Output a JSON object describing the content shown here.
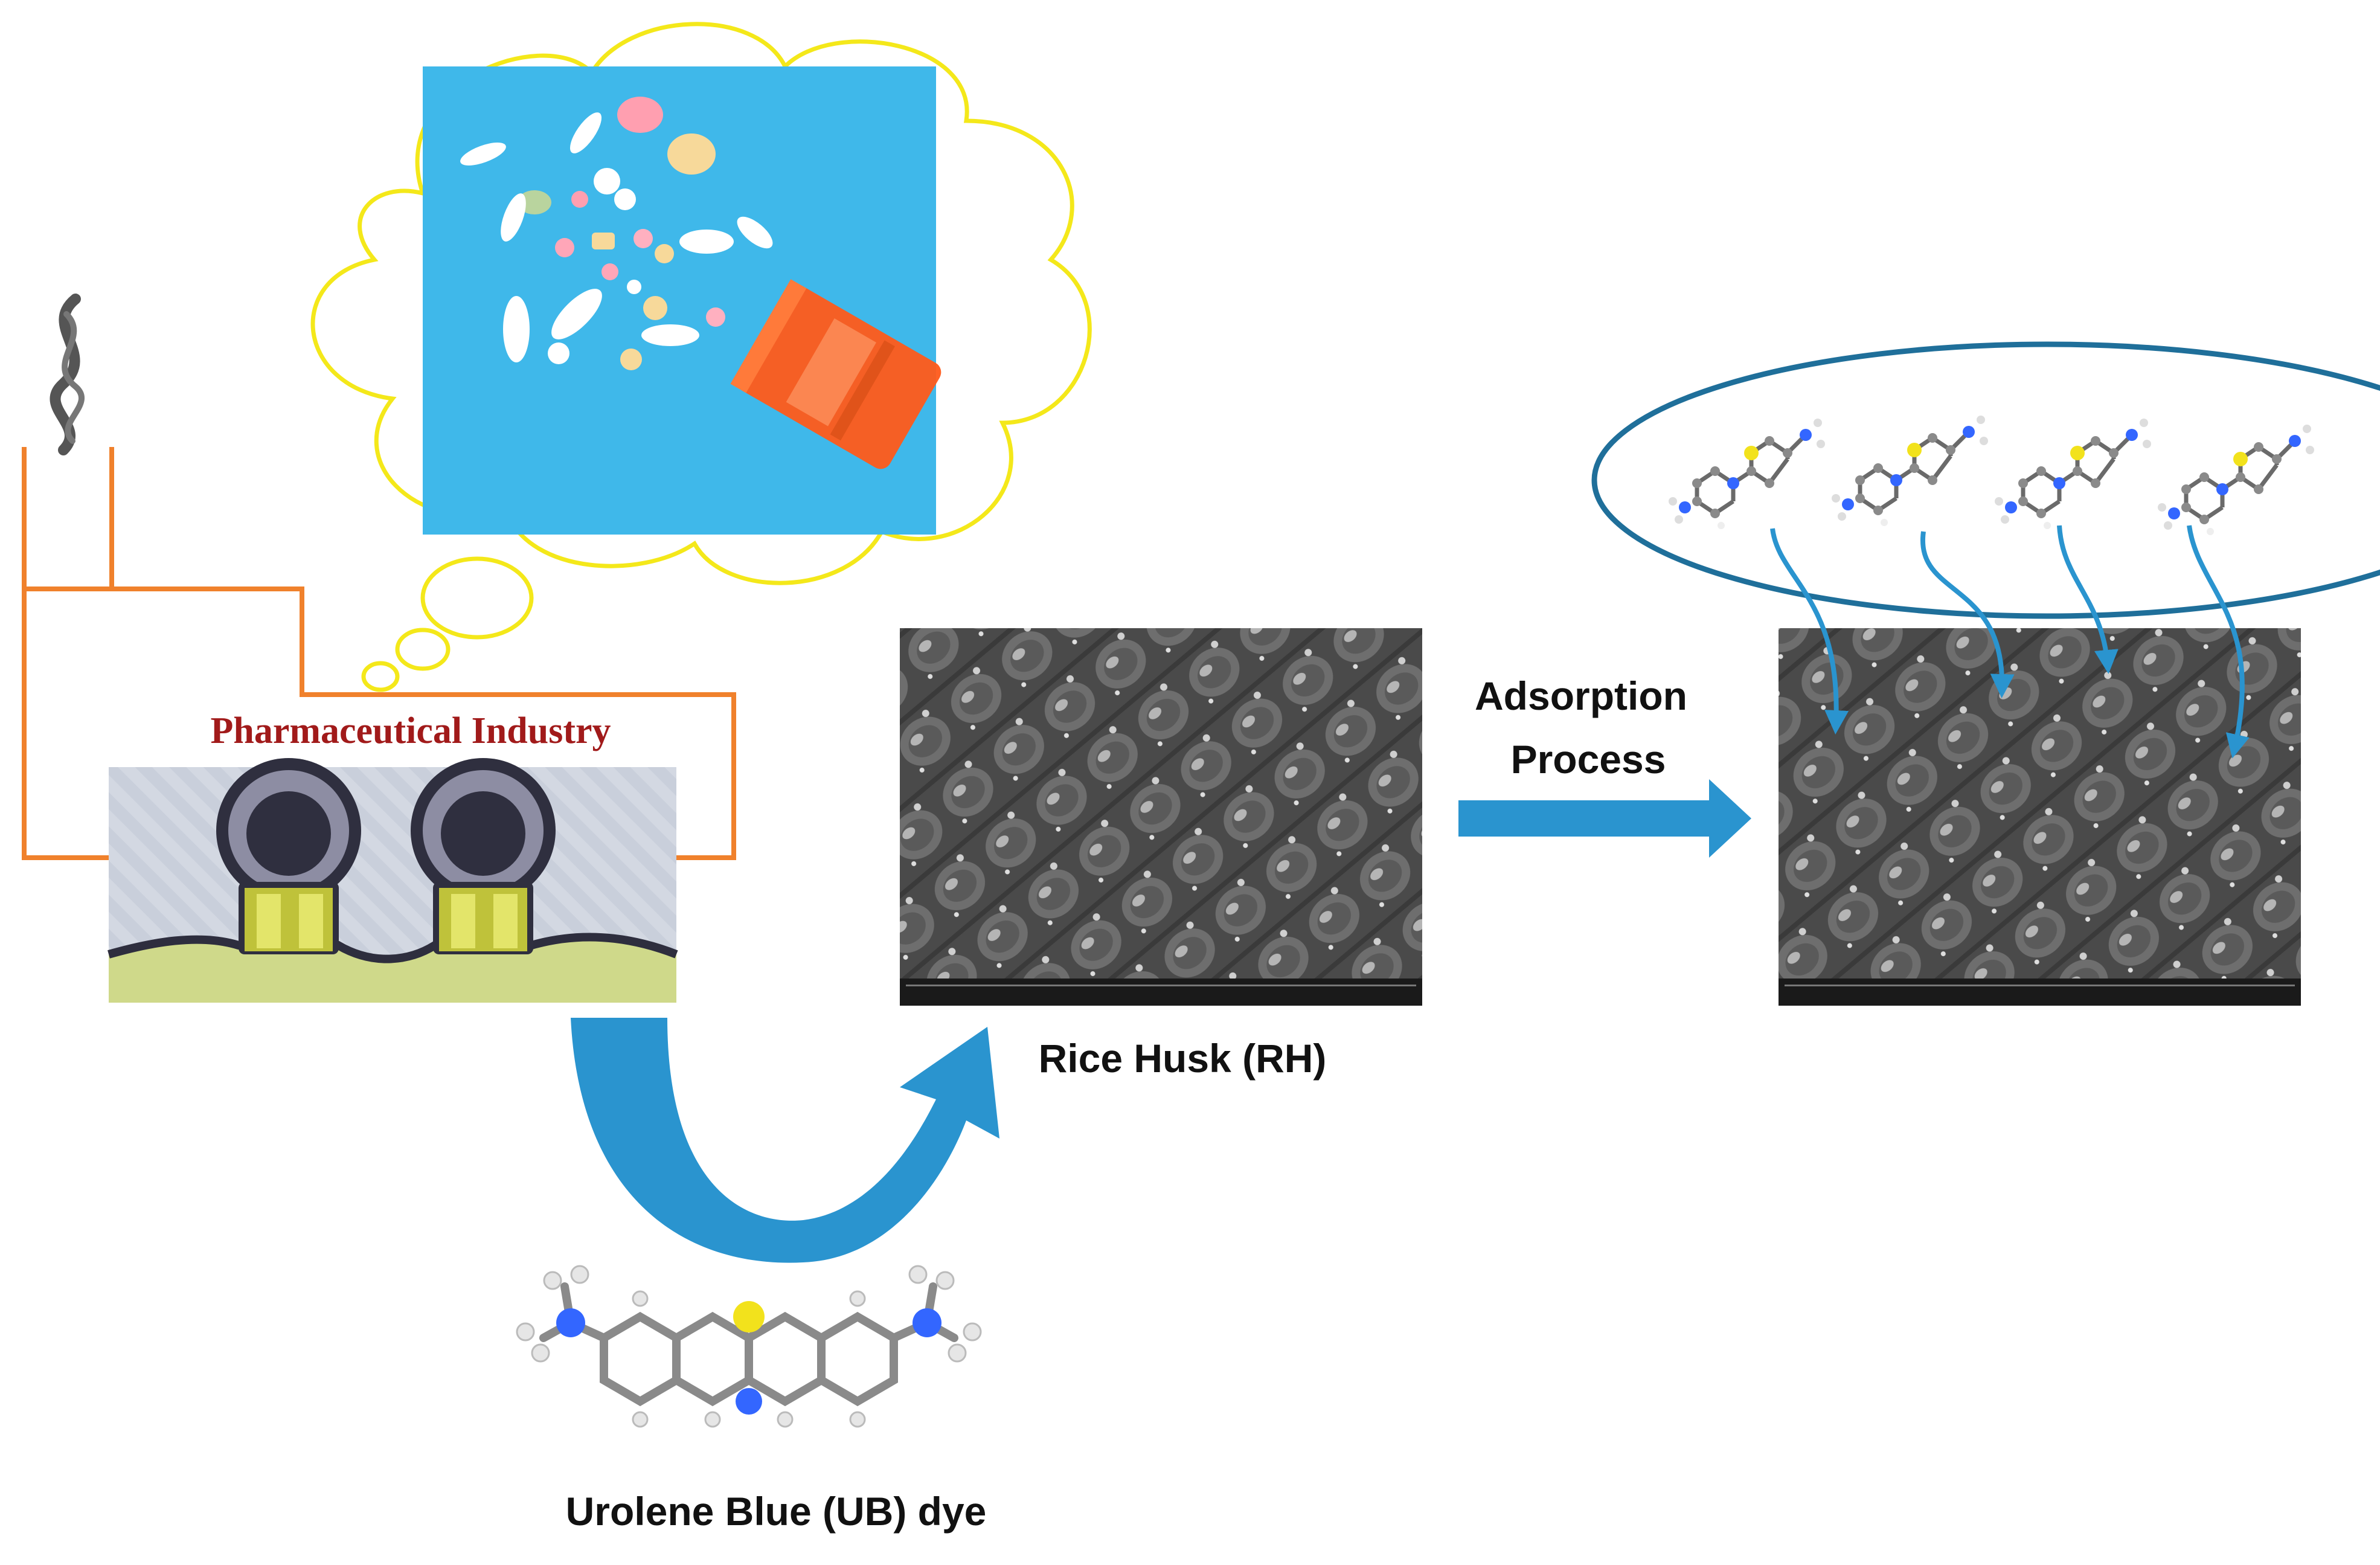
{
  "labels": {
    "industry": "Pharmaceutical Industry",
    "rice_husk": "Rice Husk (RH)",
    "adsorption_line1": "Adsorption",
    "adsorption_line2": "Process",
    "dye": "Urolene Blue (UB) dye"
  },
  "colors": {
    "arrow_blue": "#2a94cf",
    "pipe_orange": "#f0812c",
    "cloud_yellow": "#f4e81a",
    "industry_text": "#a11a1a",
    "ellipse_blue": "#1f6f9a",
    "pill_background": "#3fb8ea",
    "bottle_orange": "#ff5a1a"
  },
  "icons": {
    "smoke": "smoke-icon",
    "factory": "factory-outlet-pipes-icon",
    "pills": "pills-and-bottle-image",
    "molecule": "urolene-blue-molecule-icon"
  }
}
